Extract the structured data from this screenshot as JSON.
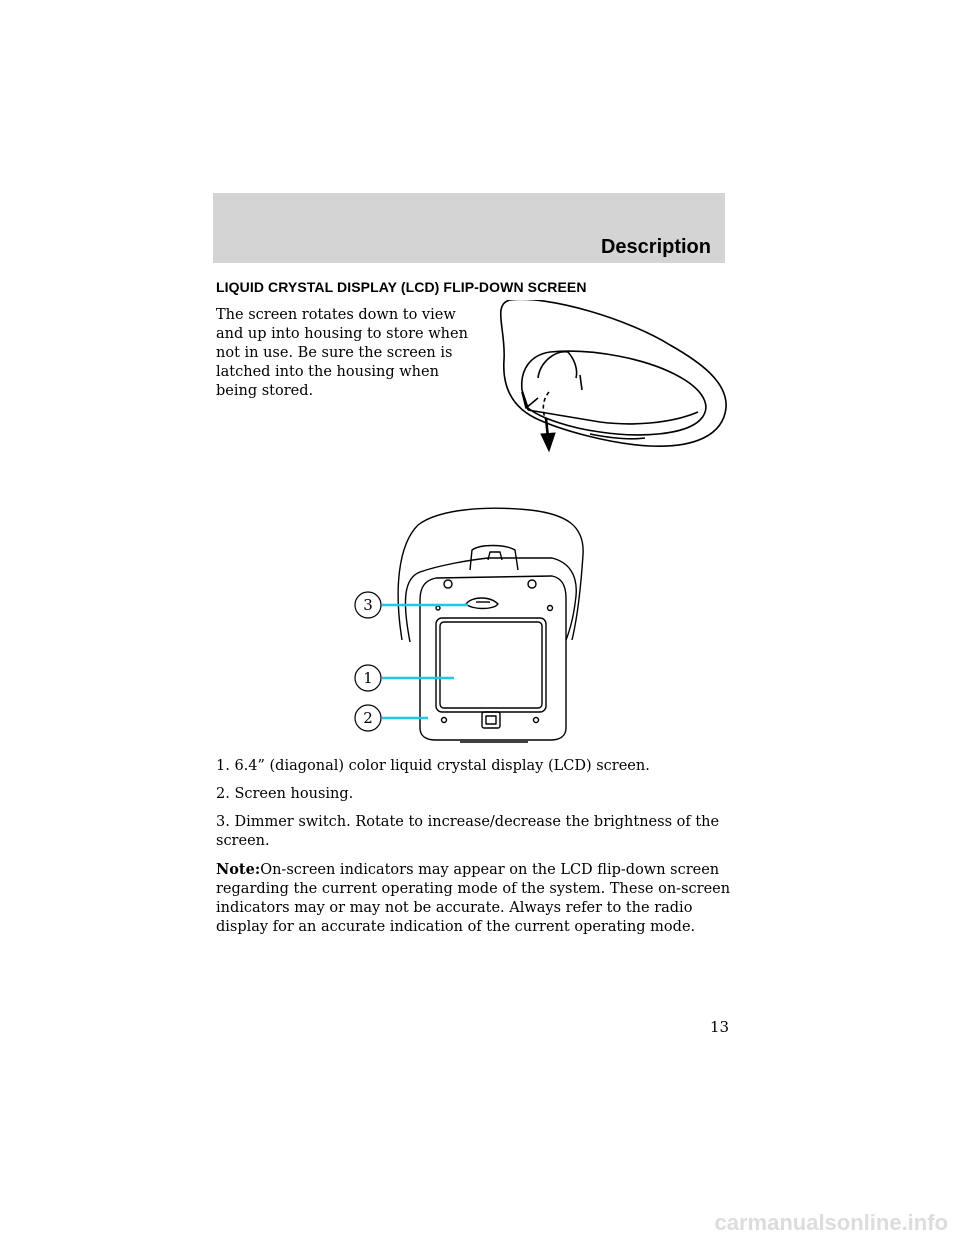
{
  "header": {
    "section_title": "Description"
  },
  "section": {
    "heading": "LIQUID CRYSTAL DISPLAY (LCD) FLIP-DOWN SCREEN"
  },
  "intro_text": "The screen rotates down to view and up into housing to store when not in use. Be sure the screen is latched into the housing when being stored.",
  "figure2_callouts": [
    "3",
    "1",
    "2"
  ],
  "items": [
    "1. 6.4” (diagonal) color liquid crystal display (LCD) screen.",
    "2. Screen housing.",
    "3. Dimmer switch. Rotate to increase/decrease the brightness of the screen."
  ],
  "note": {
    "label": "Note:",
    "text": "On-screen indicators may appear on the LCD flip-down screen regarding the current operating mode of the system. These on-screen indicators may or may not be accurate. Always refer to the radio display for an accurate indication of the current operating mode."
  },
  "page_number": "13",
  "watermark": "carmanualsonline.info",
  "colors": {
    "header_band": "#d4d4d4",
    "callout_line": "#1ec8e6"
  }
}
